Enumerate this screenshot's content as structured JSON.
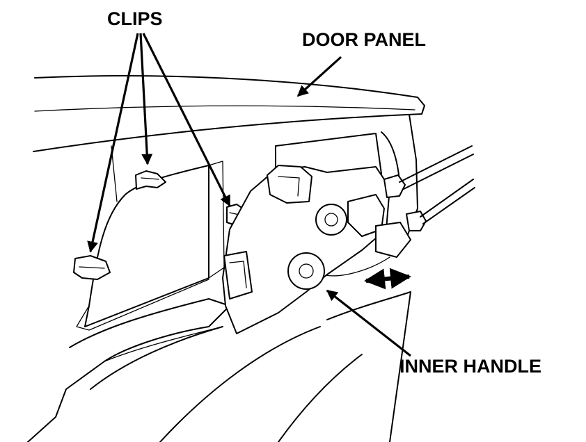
{
  "labels": {
    "clips": "CLIPS",
    "door_panel": "DOOR PANEL",
    "inner_handle": "INNER HANDLE"
  },
  "colors": {
    "ink": "#000000",
    "paper": "#ffffff"
  }
}
